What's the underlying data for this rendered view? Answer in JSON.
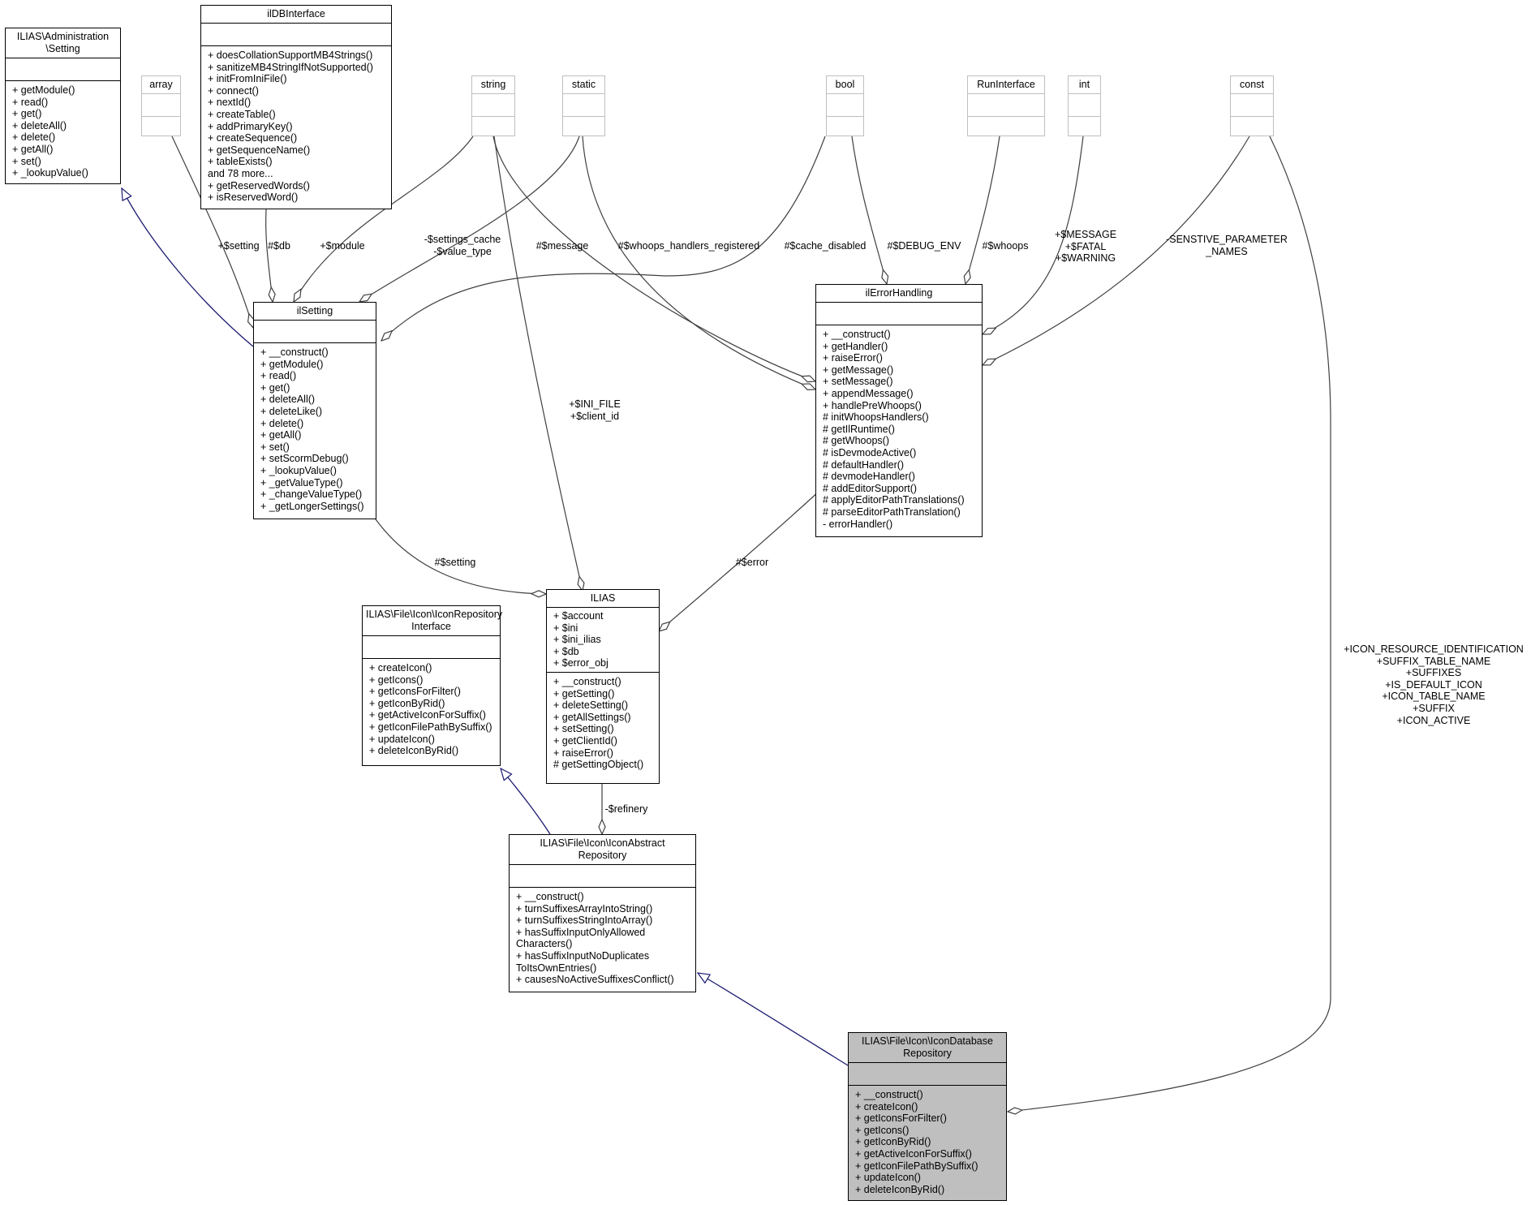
{
  "diagram": {
    "classes": {
      "admin_setting": {
        "title": "ILIAS\\Administration\n\\Setting",
        "attributes": [],
        "operations": [
          "+ getModule()",
          "+ read()",
          "+ get()",
          "+ deleteAll()",
          "+ delete()",
          "+ getAll()",
          "+ set()",
          "+ _lookupValue()"
        ]
      },
      "array": {
        "title": "array",
        "attributes": [],
        "operations": []
      },
      "ildbinterface": {
        "title": "ilDBInterface",
        "attributes": [],
        "operations": [
          "+ doesCollationSupportMB4Strings()",
          "+ sanitizeMB4StringIfNotSupported()",
          "+ initFromIniFile()",
          "+ connect()",
          "+ nextId()",
          "+ createTable()",
          "+ addPrimaryKey()",
          "+ createSequence()",
          "+ getSequenceName()",
          "+ tableExists()",
          "and 78 more...",
          "+ getReservedWords()",
          "+ isReservedWord()"
        ]
      },
      "string": {
        "title": "string",
        "attributes": [],
        "operations": []
      },
      "static": {
        "title": "static",
        "attributes": [],
        "operations": []
      },
      "bool": {
        "title": "bool",
        "attributes": [],
        "operations": []
      },
      "runinterface": {
        "title": "RunInterface",
        "attributes": [],
        "operations": []
      },
      "int": {
        "title": "int",
        "attributes": [],
        "operations": []
      },
      "const": {
        "title": "const",
        "attributes": [],
        "operations": []
      },
      "ilsetting": {
        "title": "ilSetting",
        "attributes": [],
        "operations": [
          "+ __construct()",
          "+ getModule()",
          "+ read()",
          "+ get()",
          "+ deleteAll()",
          "+ deleteLike()",
          "+ delete()",
          "+ getAll()",
          "+ set()",
          "+ setScormDebug()",
          "+ _lookupValue()",
          "+ _getValueType()",
          "+ _changeValueType()",
          "+ _getLongerSettings()"
        ]
      },
      "ilerrorhandling": {
        "title": "ilErrorHandling",
        "attributes": [],
        "operations": [
          "+ __construct()",
          "+ getHandler()",
          "+ raiseError()",
          "+ getMessage()",
          "+ setMessage()",
          "+ appendMessage()",
          "+ handlePreWhoops()",
          "# initWhoopsHandlers()",
          "# getIlRuntime()",
          "# getWhoops()",
          "# isDevmodeActive()",
          "# defaultHandler()",
          "# devmodeHandler()",
          "# addEditorSupport()",
          "# applyEditorPathTranslations()",
          "# parseEditorPathTranslation()",
          "- errorHandler()"
        ]
      },
      "iconrepositoryinterface": {
        "title": "ILIAS\\File\\Icon\\IconRepository\nInterface",
        "attributes": [],
        "operations": [
          "+ createIcon()",
          "+ getIcons()",
          "+ getIconsForFilter()",
          "+ getIconByRid()",
          "+ getActiveIconForSuffix()",
          "+ getIconFilePathBySuffix()",
          "+ updateIcon()",
          "+ deleteIconByRid()"
        ]
      },
      "ilias": {
        "title": "ILIAS",
        "attributes": [
          "+ $account",
          "+ $ini",
          "+ $ini_ilias",
          "+ $db",
          "+ $error_obj"
        ],
        "operations": [
          "+ __construct()",
          "+ getSetting()",
          "+ deleteSetting()",
          "+ getAllSettings()",
          "+ setSetting()",
          "+ getClientId()",
          "+ raiseError()",
          "# getSettingObject()"
        ]
      },
      "iconabstractrepository": {
        "title": "ILIAS\\File\\Icon\\IconAbstract\nRepository",
        "attributes": [],
        "operations": [
          "+ __construct()",
          "+ turnSuffixesArrayIntoString()",
          "+ turnSuffixesStringIntoArray()",
          "+ hasSuffixInputOnlyAllowed\nCharacters()",
          "+ hasSuffixInputNoDuplicates\nToItsOwnEntries()",
          "+ causesNoActiveSuffixesConflict()"
        ]
      },
      "icondatabaserepository": {
        "title": "ILIAS\\File\\Icon\\IconDatabase\nRepository",
        "attributes": [],
        "operations": [
          "+ __construct()",
          "+ createIcon()",
          "+ getIconsForFilter()",
          "+ getIcons()",
          "+ getIconByRid()",
          "+ getActiveIconForSuffix()",
          "+ getIconFilePathBySuffix()",
          "+ updateIcon()",
          "+ deleteIconByRid()"
        ]
      }
    },
    "edge_labels": {
      "setting": "+$setting",
      "db": "#$db",
      "module": "+$module",
      "settings_cache": "-$settings_cache\n-$value_type",
      "message": "#$message",
      "whoops_handlers": "#$whoops_handlers_registered",
      "cache_disabled": "#$cache_disabled",
      "debug_env": "#$DEBUG_ENV",
      "whoops": "#$whoops",
      "message_fatal_warning": "+$MESSAGE\n+$FATAL\n+$WARNING",
      "senstive": "-SENSTIVE_PARAMETER\n_NAMES",
      "ini_file": "+$INI_FILE\n+$client_id",
      "hash_setting": "#$setting",
      "error": "#$error",
      "refinery": "-$refinery",
      "icon_constants": "+ICON_RESOURCE_IDENTIFICATION\n+SUFFIX_TABLE_NAME\n+SUFFIXES\n+IS_DEFAULT_ICON\n+ICON_TABLE_NAME\n+SUFFIX\n+ICON_ACTIVE"
    },
    "colors": {
      "inheritance": "#191970",
      "usage": "#404040",
      "focus_fill": "#bfbfbf",
      "external_border": "#bfbfbf"
    }
  }
}
